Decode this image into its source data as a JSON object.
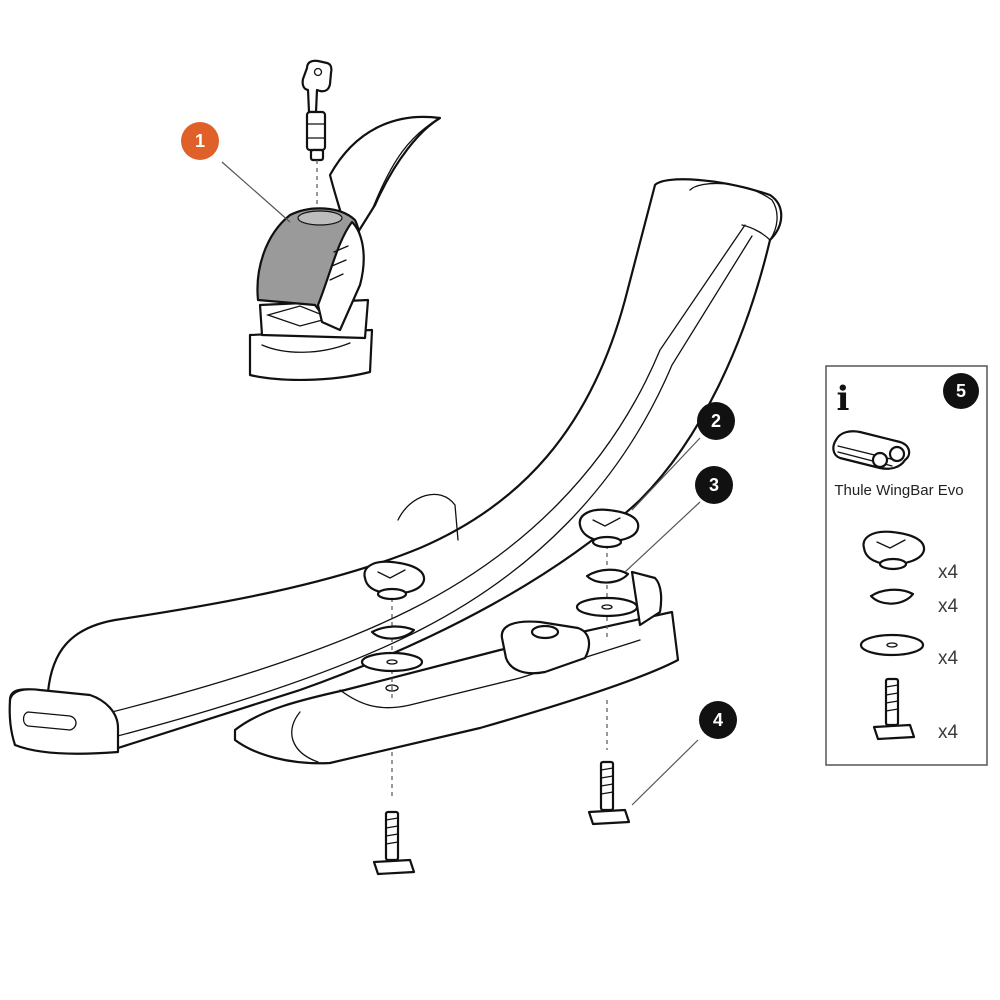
{
  "callouts": [
    {
      "number": "1",
      "fill": "#e0602a"
    },
    {
      "number": "2",
      "fill": "#111111"
    },
    {
      "number": "3",
      "fill": "#111111"
    },
    {
      "number": "4",
      "fill": "#111111"
    },
    {
      "number": "5",
      "fill": "#111111"
    }
  ],
  "info_panel": {
    "icon": "info-icon",
    "product_caption": "Thule WingBar Evo",
    "parts": [
      {
        "icon": "knob-icon",
        "quantity": "x4"
      },
      {
        "icon": "curved-washer-icon",
        "quantity": "x4"
      },
      {
        "icon": "flat-washer-icon",
        "quantity": "x4"
      },
      {
        "icon": "t-bolt-icon",
        "quantity": "x4"
      }
    ]
  },
  "colors": {
    "highlight": "#e0602a",
    "lock_cap_shade": "#9a9a9a",
    "outline": "#111111"
  }
}
